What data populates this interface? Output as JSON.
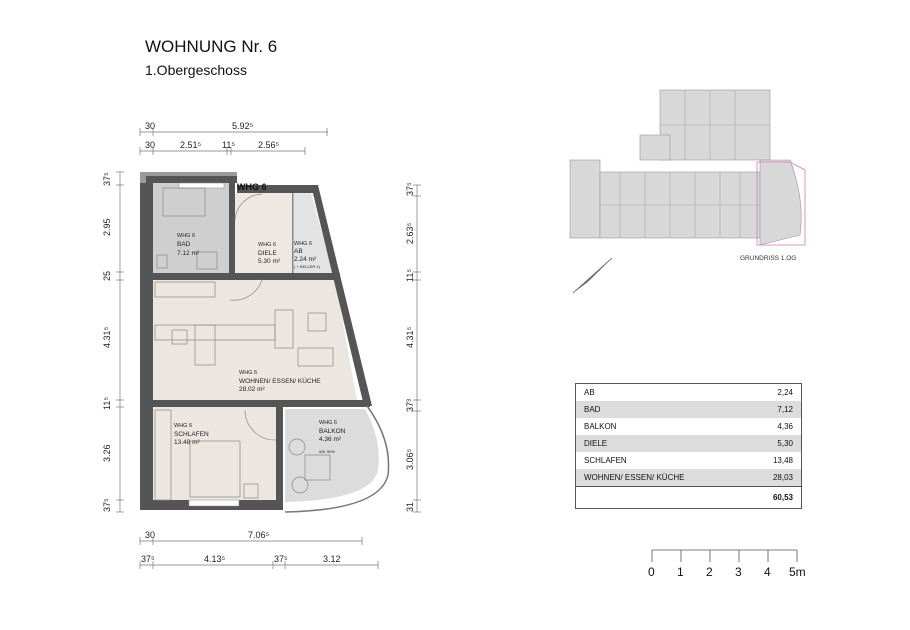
{
  "header": {
    "title": "WOHNUNG Nr. 6",
    "subtitle": "1.Obergeschoss"
  },
  "plan": {
    "unit_tag": "WHG 6",
    "rooms": [
      {
        "tag": "WHG 6",
        "name": "BAD",
        "area": "7.12 m²"
      },
      {
        "tag": "WHG 6",
        "name": "DIELE",
        "area": "5.30 m²"
      },
      {
        "tag": "WHG 6",
        "name": "AB",
        "area": "2.24 m²",
        "note": "( + KELLER 1)"
      },
      {
        "tag": "WHG 6",
        "name": "WOHNEN/ ESSEN/ KÜCHE",
        "area": "28.02 m²"
      },
      {
        "tag": "WHG 6",
        "name": "SCHLAFEN",
        "area": "13.48 m²"
      },
      {
        "tag": "WHG 6",
        "name": "BALKON",
        "area": "4.36 m²",
        "note": "Wfl. 50%"
      }
    ],
    "dims_top_1": [
      "30",
      "5.92⁵"
    ],
    "dims_top_2": [
      "30",
      "2.51⁵",
      "11⁵",
      "2.56⁵"
    ],
    "dims_bottom_1": [
      "30",
      "7.06⁵"
    ],
    "dims_bottom_2": [
      "37⁵",
      "4.13⁵",
      "37⁵",
      "3.12"
    ],
    "dims_left": [
      "37⁵",
      "2.95",
      "25",
      "4.31⁵",
      "11⁵",
      "3.26",
      "37⁵"
    ],
    "dims_right": [
      "37⁵",
      "2.63⁵",
      "11⁵",
      "4.31⁵",
      "37³",
      "3.06⁵",
      "31"
    ]
  },
  "keyplan": {
    "label": "GRUNDRISS 1.OG",
    "highlight_color": "#e070c0"
  },
  "areas_table": {
    "rows": [
      {
        "name": "AB",
        "value": "2,24"
      },
      {
        "name": "BAD",
        "value": "7,12"
      },
      {
        "name": "BALKON",
        "value": "4,36"
      },
      {
        "name": "DIELE",
        "value": "5,30"
      },
      {
        "name": "SCHLAFEN",
        "value": "13,48"
      },
      {
        "name": "WOHNEN/ ESSEN/ KÜCHE",
        "value": "28,03"
      }
    ],
    "total": "60,53"
  },
  "scale_bar": {
    "ticks": [
      "0",
      "1",
      "2",
      "3",
      "4",
      "5m"
    ]
  }
}
